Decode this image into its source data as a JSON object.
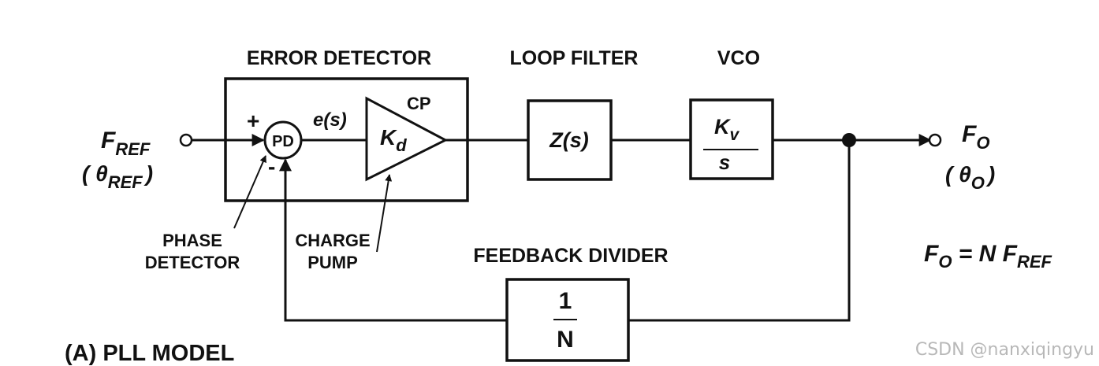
{
  "diagram": {
    "sections": {
      "error_detector": "ERROR DETECTOR",
      "loop_filter": "LOOP FILTER",
      "vco": "VCO",
      "feedback_divider": "FEEDBACK DIVIDER"
    },
    "input": {
      "main": "F",
      "sub": "REF",
      "phase_open": "( θ",
      "phase_sub": "REF",
      "phase_close": ")"
    },
    "output": {
      "main": "F",
      "sub": "O",
      "phase_open": "( θ",
      "phase_sub": "O",
      "phase_close": ")"
    },
    "phase_detector": {
      "block": "PD",
      "plus": "+",
      "minus": "-",
      "error_signal": "e(s)"
    },
    "charge_pump": {
      "tag": "CP",
      "gain_main": "K",
      "gain_sub": "d"
    },
    "loop_filter_block": "Z(s)",
    "vco_block": {
      "num_main": "K",
      "num_sub": "v",
      "den": "s"
    },
    "divider_block": {
      "num": "1",
      "den": "N"
    },
    "annotations": {
      "phase_detector_line1": "PHASE",
      "phase_detector_line2": "DETECTOR",
      "charge_pump_line1": "CHARGE",
      "charge_pump_line2": "PUMP"
    },
    "equation": {
      "lhs_main": "F",
      "lhs_sub": "O",
      "op": " = N ",
      "rhs_main": "F",
      "rhs_sub": "REF"
    },
    "caption": "(A) PLL MODEL",
    "watermark": "CSDN @nanxiqingyu"
  }
}
